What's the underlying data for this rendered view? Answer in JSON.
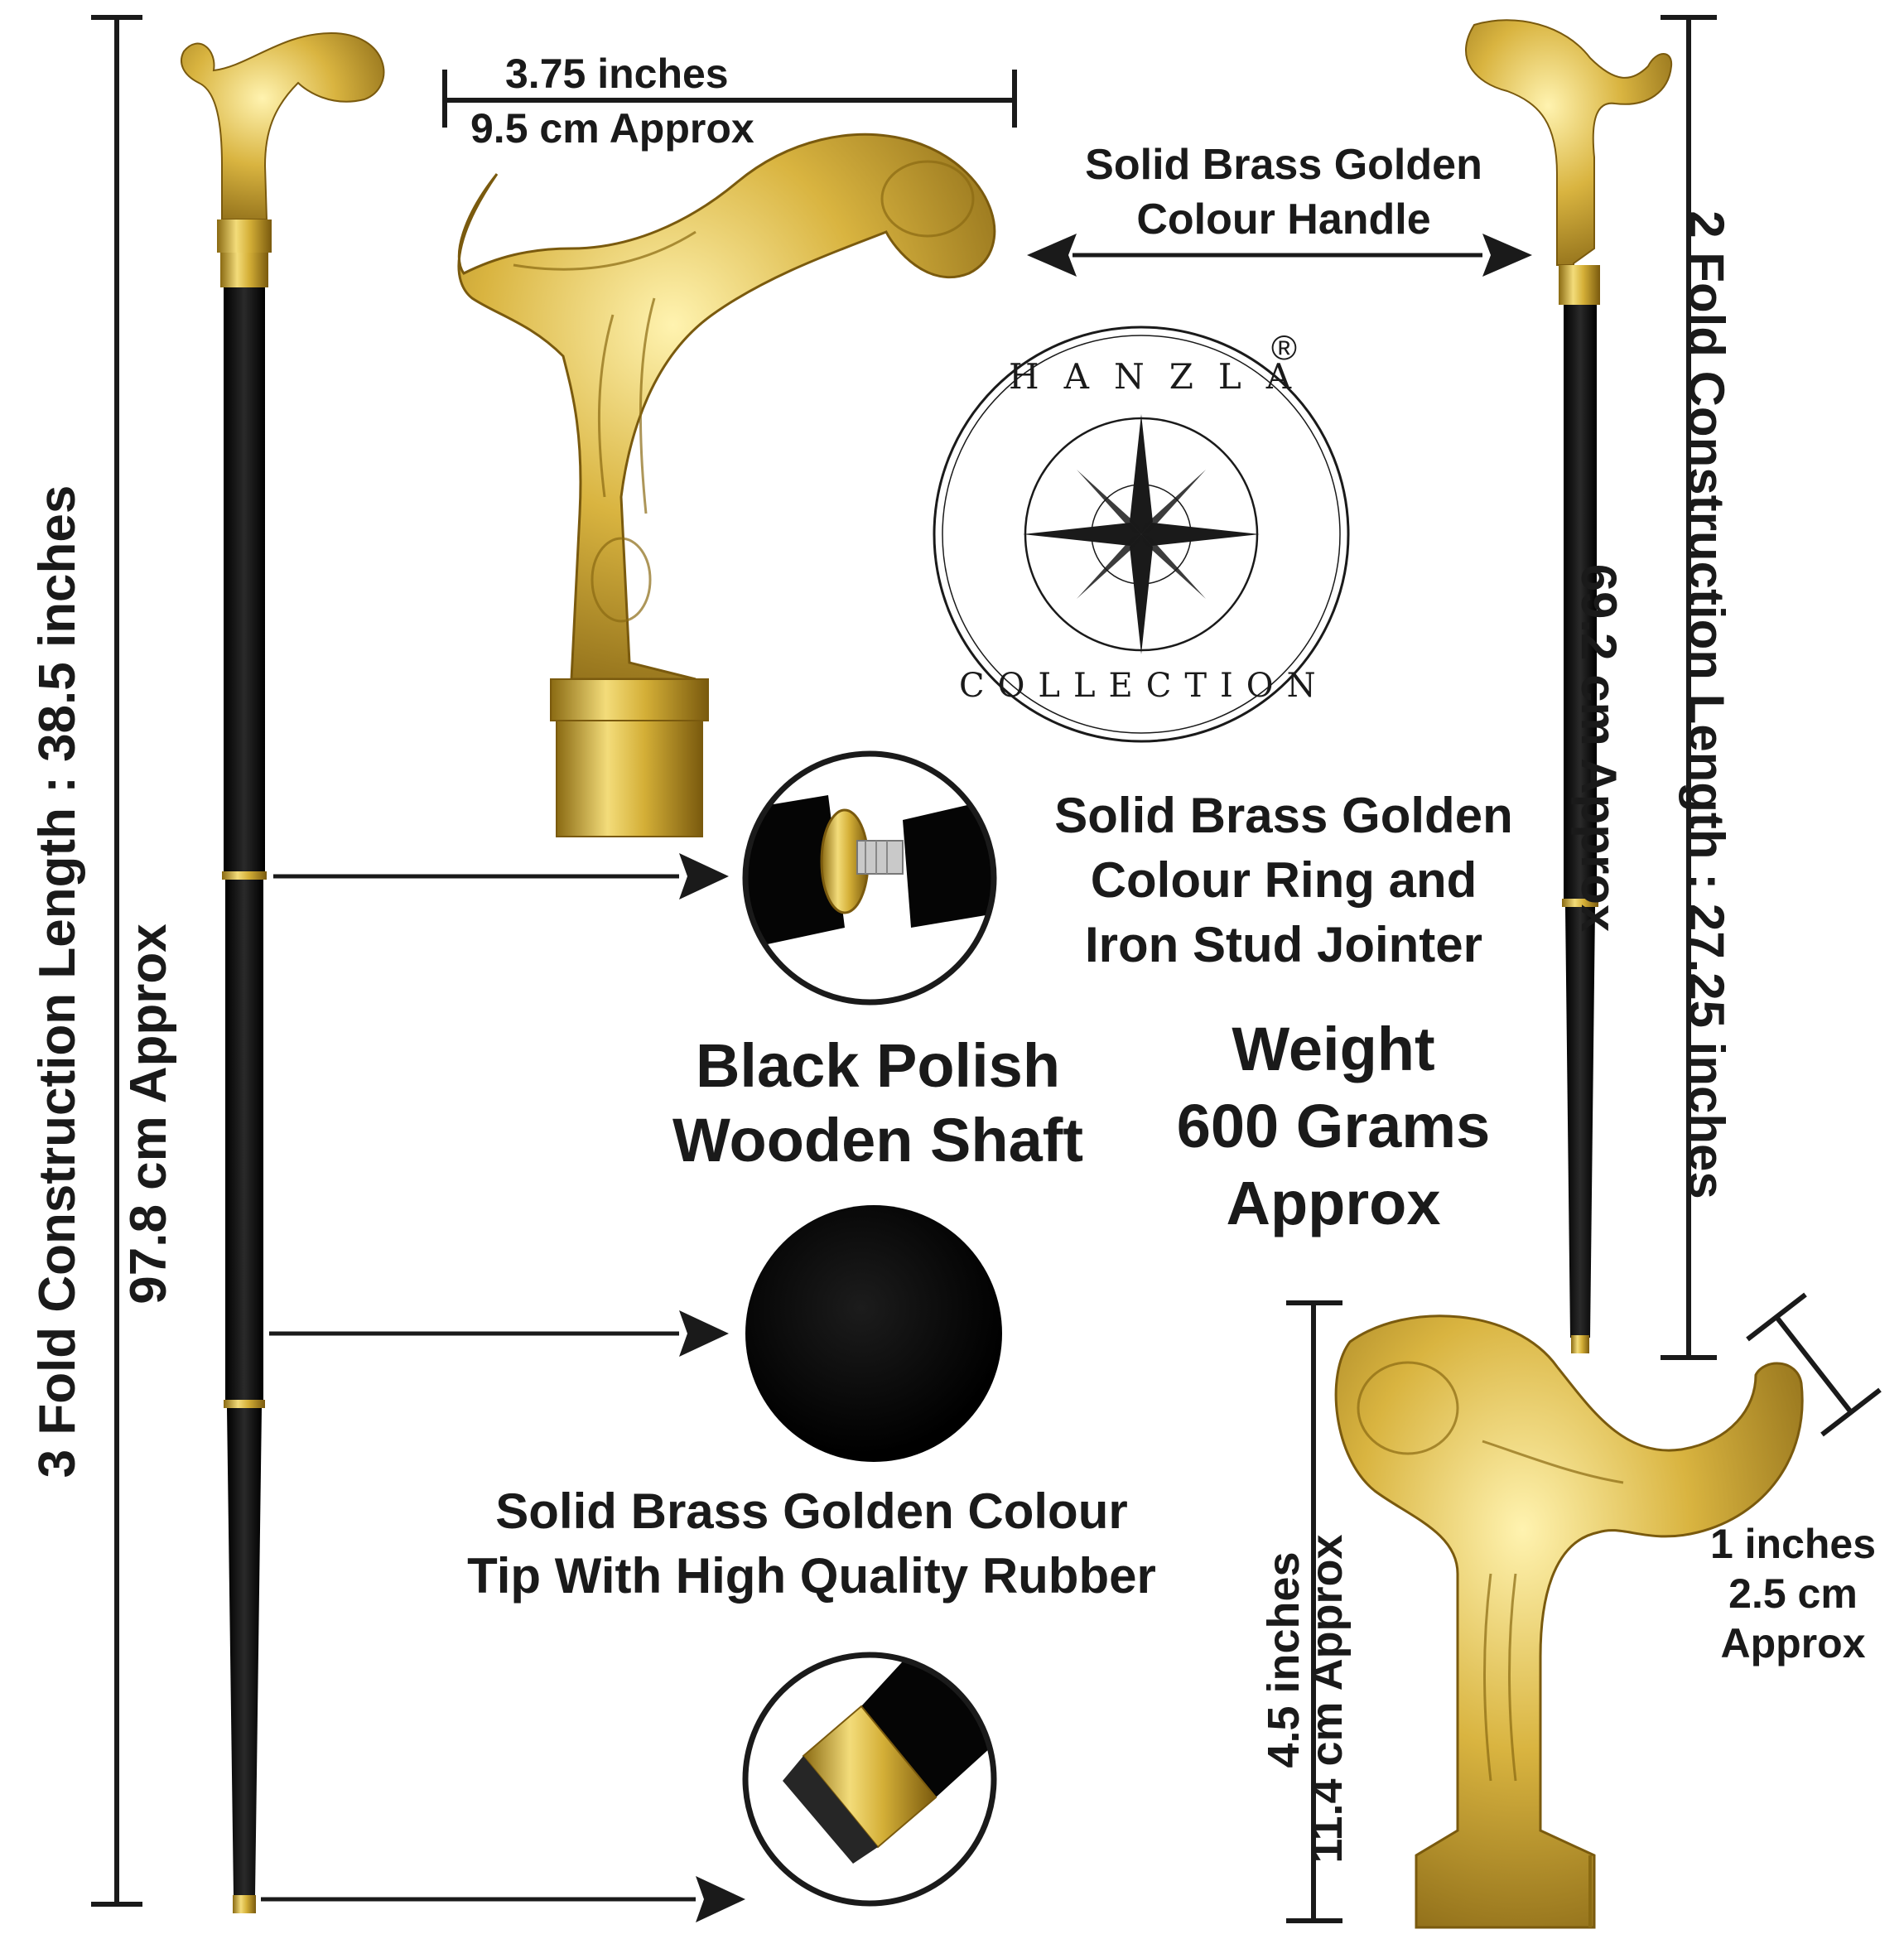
{
  "labels": {
    "three_fold": "3 Fold Construction Length : 38.5 inches",
    "three_fold_cm": "97.8 cm Approx",
    "two_fold": "2 Fold Construction Length : 27.25 inches",
    "two_fold_cm": "69.2 cm Approx",
    "handle_width_in": "3.75 inches",
    "handle_width_cm": "9.5 cm Approx",
    "handle_desc_line1": "Solid Brass Golden",
    "handle_desc_line2": "Colour Handle",
    "ring_line1": "Solid Brass Golden",
    "ring_line2": "Colour Ring and",
    "ring_line3": "Iron Stud Jointer",
    "shaft_line1": "Black Polish",
    "shaft_line2": "Wooden Shaft",
    "weight_line1": "Weight",
    "weight_line2": "600 Grams",
    "weight_line3": "Approx",
    "tip_line1": "Solid Brass Golden Colour",
    "tip_line2": "Tip With High Quality Rubber",
    "handle_height_in": "4.5 inches",
    "handle_height_cm": "11.4 cm Approx",
    "grip_in": "1 inches",
    "grip_cm": "2.5 cm",
    "grip_approx": "Approx"
  },
  "logo": {
    "top_text": "HANZLA",
    "bottom_text": "COLLECTION",
    "registered": "®"
  },
  "colors": {
    "gold": "#d4af37",
    "gold_light": "#f3dc7a",
    "gold_dark": "#8a6a12",
    "shaft_black": "#0c0c0c",
    "ink": "#1a1a1a"
  },
  "icons": [
    "compass-rose-icon",
    "arrow-right-icon",
    "double-arrow-icon"
  ]
}
